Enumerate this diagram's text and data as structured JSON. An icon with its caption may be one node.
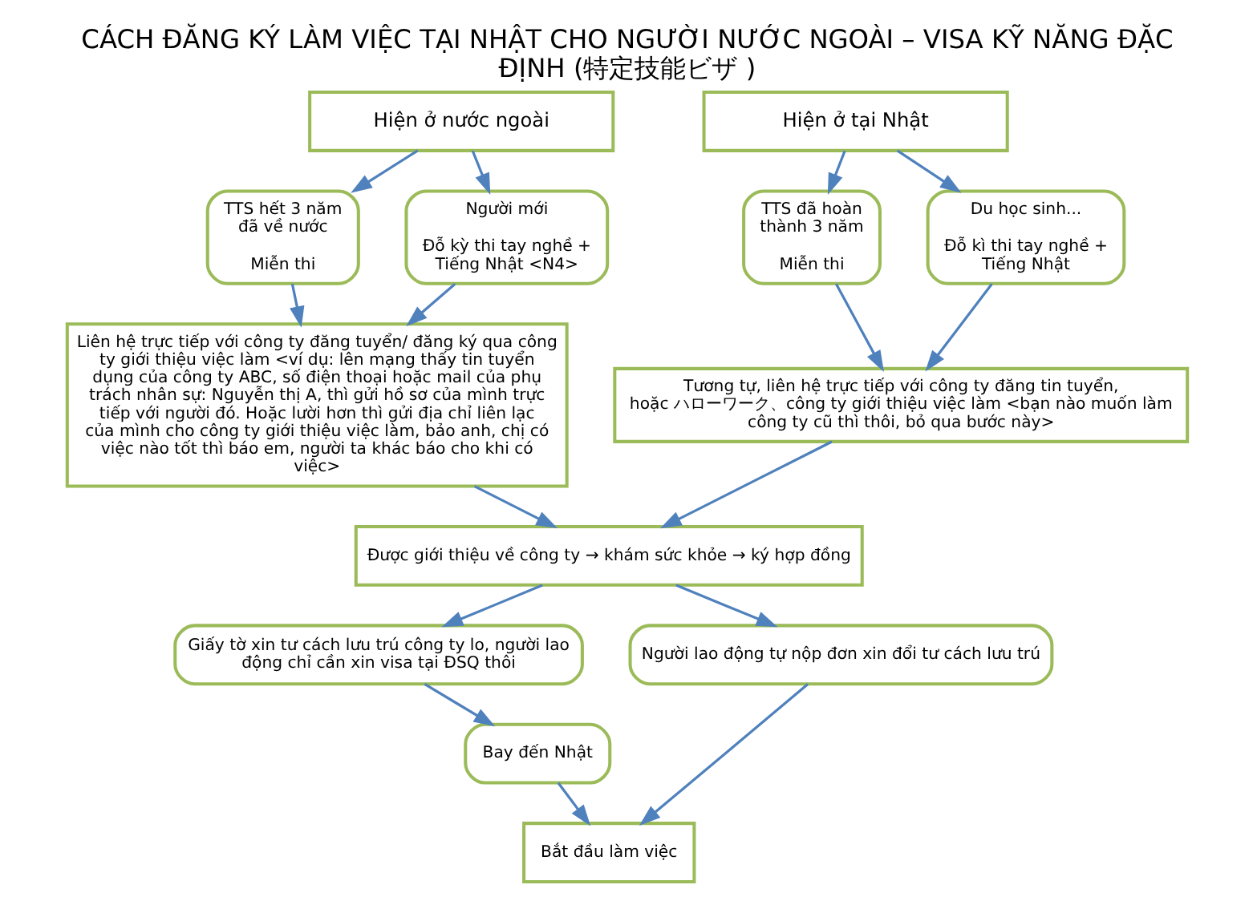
{
  "diagram": {
    "title": "CÁCH ĐĂNG KÝ LÀM VIỆC TẠI NHẬT CHO NGƯỜI NƯỚC NGOÀI – VISA KỸ NĂNG ĐẶC ĐỊNH (特定技能ビザ )",
    "nodes": [
      {
        "text": [
          "Hiện ở nước ngoài"
        ]
      },
      {
        "text": [
          "Hiện ở tại Nhật"
        ]
      },
      {
        "text": [
          "TTS hết 3 năm đã về nước",
          "Miễn thi"
        ]
      },
      {
        "text": [
          "Người mới",
          "Đỗ kỳ thi tay nghề + Tiếng Nhật <N4>"
        ]
      },
      {
        "text": [
          "TTS đã hoàn thành 3 năm",
          "Miễn thi"
        ]
      },
      {
        "text": [
          "Du học sinh...",
          "Đỗ kì thi tay nghề + Tiếng Nhật"
        ]
      },
      {
        "text": [
          "Liên hệ trực tiếp với công ty đăng tuyển/ đăng ký qua công ty giới thiệu việc làm <ví dụ: lên mạng thấy tin tuyển dụng của công ty ABC, số điện thoại hoặc mail của phụ trách nhân sự: Nguyễn thị A, thì gửi hồ sơ của mình trực tiếp với người đó. Hoặc lười hơn thì gửi địa chỉ liên lạc của mình cho công ty giới thiệu việc làm, bảo anh, chị có việc nào tốt thì báo em, người ta khác báo cho khi có việc>"
        ]
      },
      {
        "text": [
          "Tương tự, liên hệ trực tiếp với công ty đăng tin tuyển, hoặc ハローワーク、công ty giới thiệu việc làm <bạn nào muốn làm công ty cũ thì thôi, bỏ qua bước này>"
        ]
      },
      {
        "text": [
          "Được giới thiệu về công ty → khám sức khỏe → ký hợp đồng"
        ]
      },
      {
        "text": [
          "Giấy tờ xin tư cách lưu trú công ty lo, người lao động chỉ cần xin visa tại ĐSQ thôi"
        ]
      },
      {
        "text": [
          "Người lao động tự nộp đơn xin đổi tư cách lưu trú"
        ]
      },
      {
        "text": [
          "Bay đến Nhật"
        ]
      },
      {
        "text": [
          "Bắt đầu làm việc"
        ]
      }
    ],
    "edges": [
      {
        "from": 0,
        "to": 2,
        "arrow": "to"
      },
      {
        "from": 0,
        "to": 3,
        "arrow": "to"
      },
      {
        "from": 1,
        "to": 4,
        "arrow": "to"
      },
      {
        "from": 1,
        "to": 5,
        "arrow": "to"
      },
      {
        "from": 2,
        "to": 6,
        "arrow": "to"
      },
      {
        "from": 3,
        "to": 6,
        "arrow": "to"
      },
      {
        "from": 4,
        "to": 7,
        "arrow": "to"
      },
      {
        "from": 5,
        "to": 7,
        "arrow": "to"
      },
      {
        "from": 6,
        "to": 8,
        "arrow": "to"
      },
      {
        "from": 7,
        "to": 8,
        "arrow": "to"
      },
      {
        "from": 8,
        "to": 9,
        "arrow": "to"
      },
      {
        "from": 8,
        "to": 10,
        "arrow": "to"
      },
      {
        "from": 9,
        "to": 11,
        "arrow": "to"
      },
      {
        "from": 11,
        "to": 12,
        "arrow": "to"
      },
      {
        "from": 10,
        "to": 12,
        "arrow": "to"
      }
    ]
  }
}
